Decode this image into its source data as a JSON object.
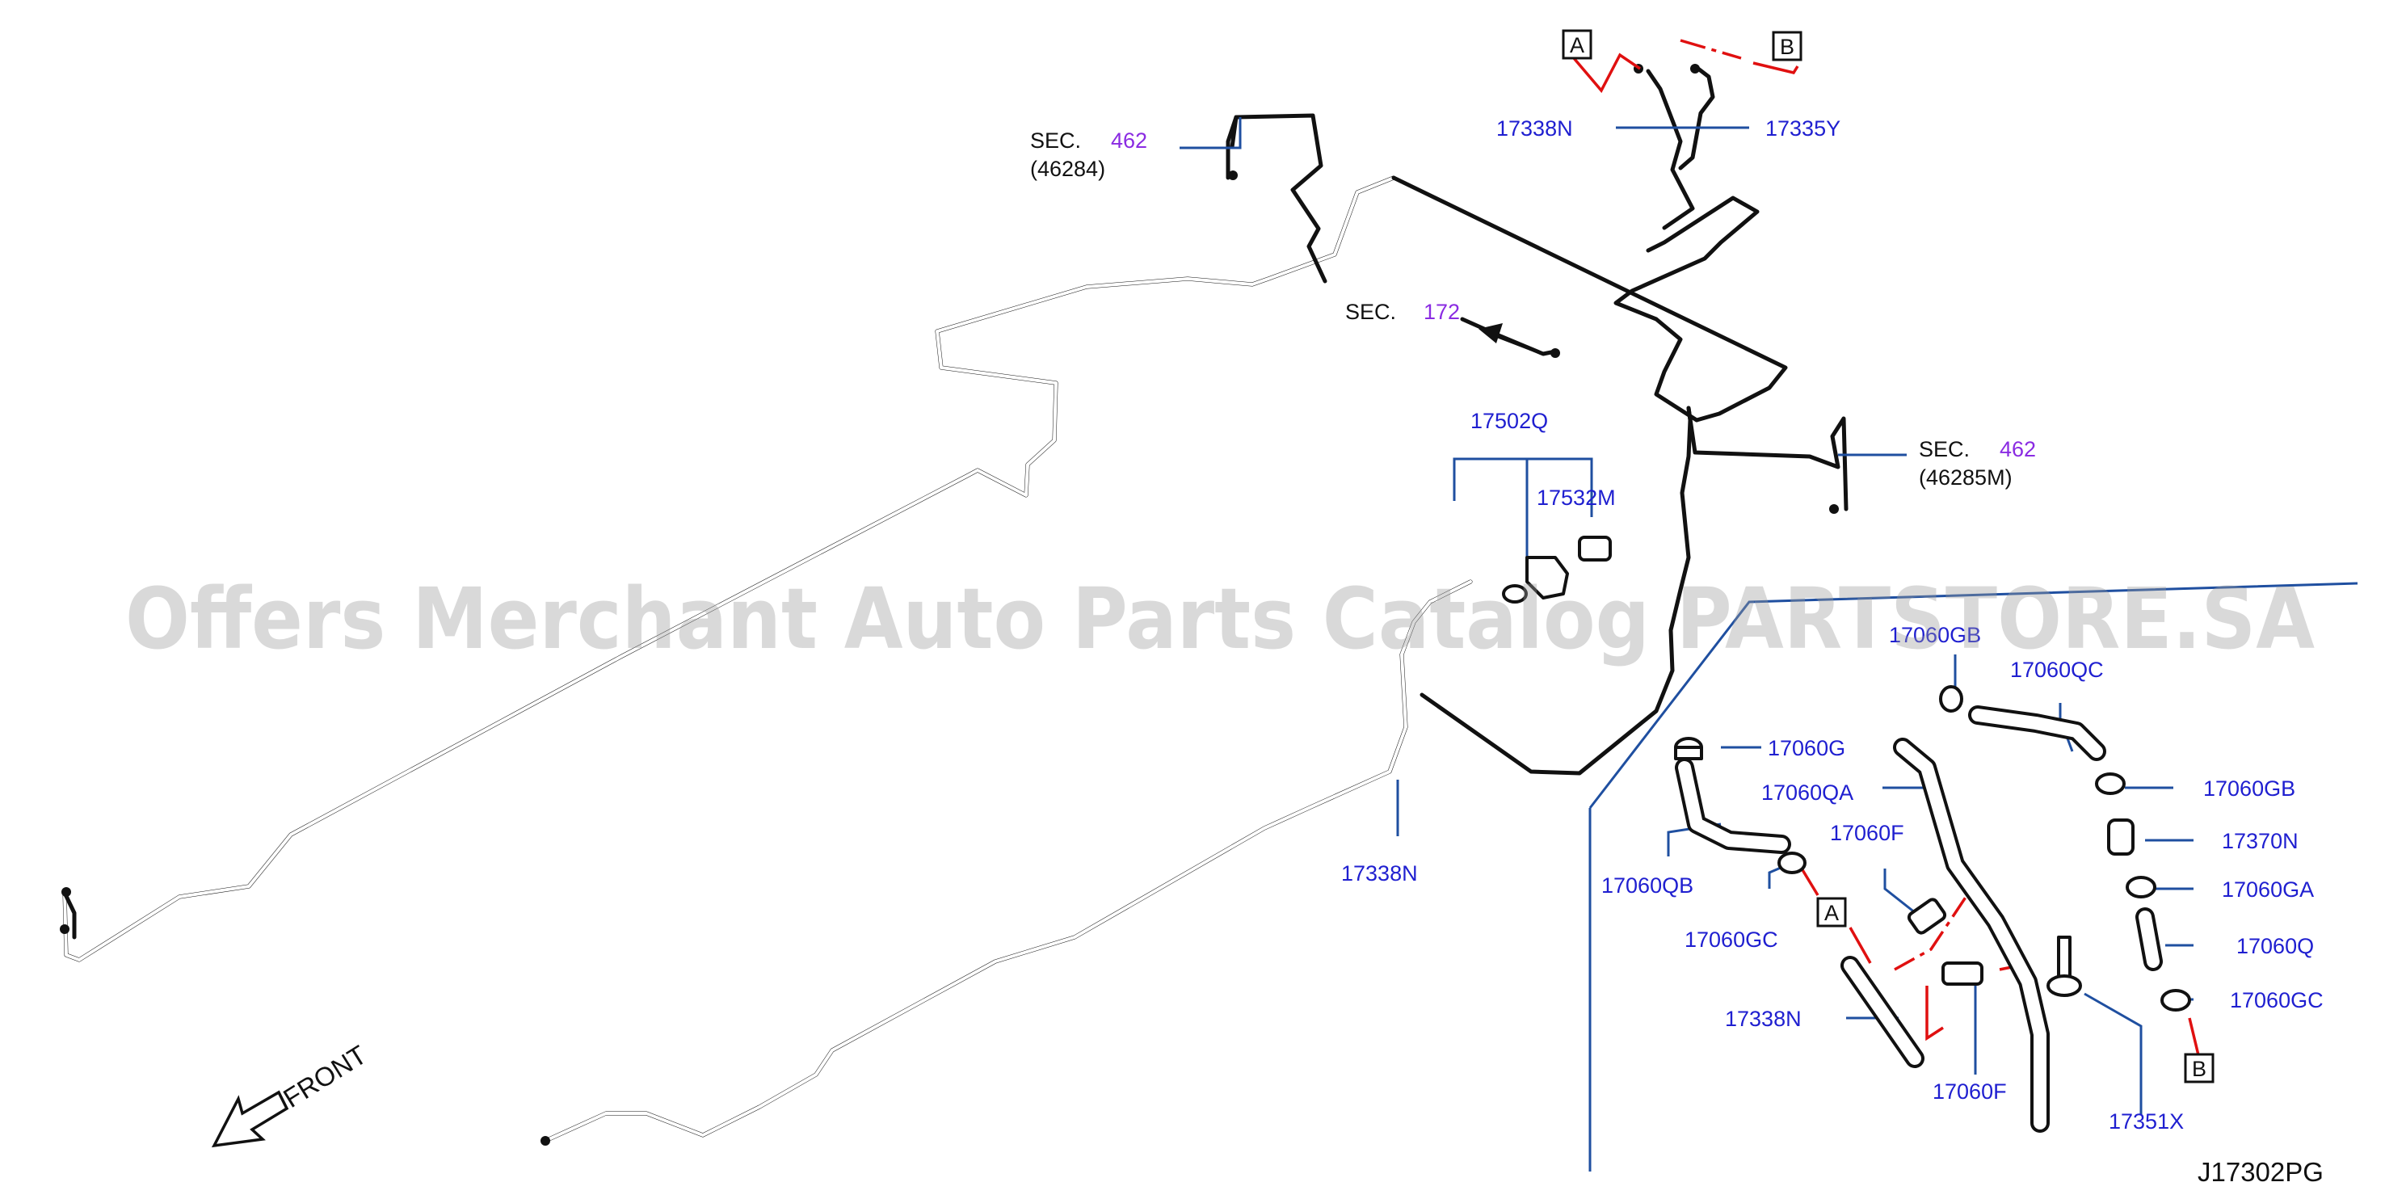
{
  "diagram": {
    "watermark": "Offers Merchant Auto Parts Catalog PARTSTORE.SA",
    "code": "J17302PG",
    "front_label": "FRONT",
    "sections": [
      {
        "prefix": "SEC.",
        "number": "462",
        "sub": "(46284)"
      },
      {
        "prefix": "SEC.",
        "number": "172"
      },
      {
        "prefix": "SEC.",
        "number": "462",
        "sub": "(46285M)"
      }
    ],
    "markers": [
      "A",
      "B",
      "A",
      "B"
    ],
    "part_numbers": [
      "17338N",
      "17335Y",
      "17502Q",
      "17532M",
      "17338N",
      "17060GB",
      "17060QC",
      "17060G",
      "17060QA",
      "17060F",
      "17060GB",
      "17370N",
      "17060QB",
      "17060GA",
      "17060GC",
      "17060Q",
      "17060GC",
      "17338N",
      "17060F",
      "17351X"
    ],
    "colors": {
      "part_number": "#1f1fd0",
      "section_number": "#8a2be2",
      "leader": "#1f4fa0",
      "dashed_link": "#e01010",
      "line": "#111111"
    }
  }
}
